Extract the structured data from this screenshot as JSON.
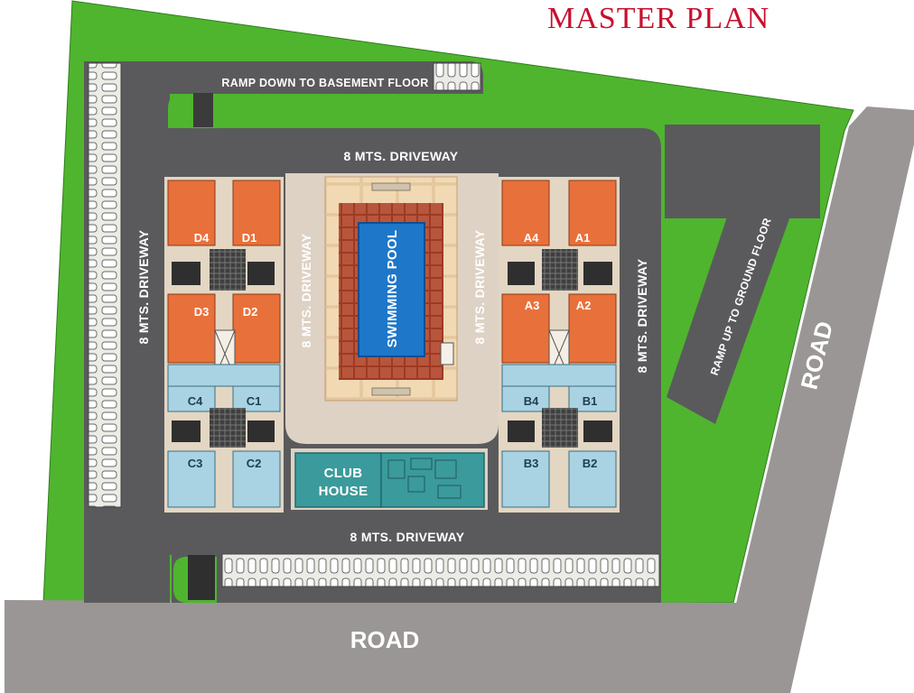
{
  "title": "MASTER PLAN",
  "labels": {
    "ramp_down": "RAMP DOWN TO BASEMENT FLOOR",
    "ramp_up": "RAMP UP TO GROUND FLOOR",
    "driveway_top": "8 MTS. DRIVEWAY",
    "driveway_bottom": "8 MTS. DRIVEWAY",
    "driveway_left": "8 MTS. DRIVEWAY",
    "driveway_center_left": "8 MTS. DRIVEWAY",
    "driveway_center_right": "8 MTS. DRIVEWAY",
    "driveway_right": "8 MTS. DRIVEWAY",
    "swimming_pool": "SWIMMING POOL",
    "club_house_line1": "CLUB",
    "club_house_line2": "HOUSE",
    "road_bottom": "ROAD",
    "road_right": "ROAD"
  },
  "towers": {
    "D": [
      "D4",
      "D1",
      "D3",
      "D2"
    ],
    "C": [
      "C4",
      "C1",
      "C3",
      "C2"
    ],
    "A": [
      "A4",
      "A1",
      "A3",
      "A2"
    ],
    "B": [
      "B4",
      "B1",
      "B3",
      "B2"
    ]
  },
  "colors": {
    "grass": "#4fb52f",
    "driveway": "#5a5a5c",
    "road": "#9b9696",
    "orange_units": "#e8703a",
    "blue_units": "#a9d3e3",
    "paving": "#e9c9a1",
    "pool": "#1e77c9",
    "club_house": "#3a9a9c",
    "title": "#c8102e"
  }
}
